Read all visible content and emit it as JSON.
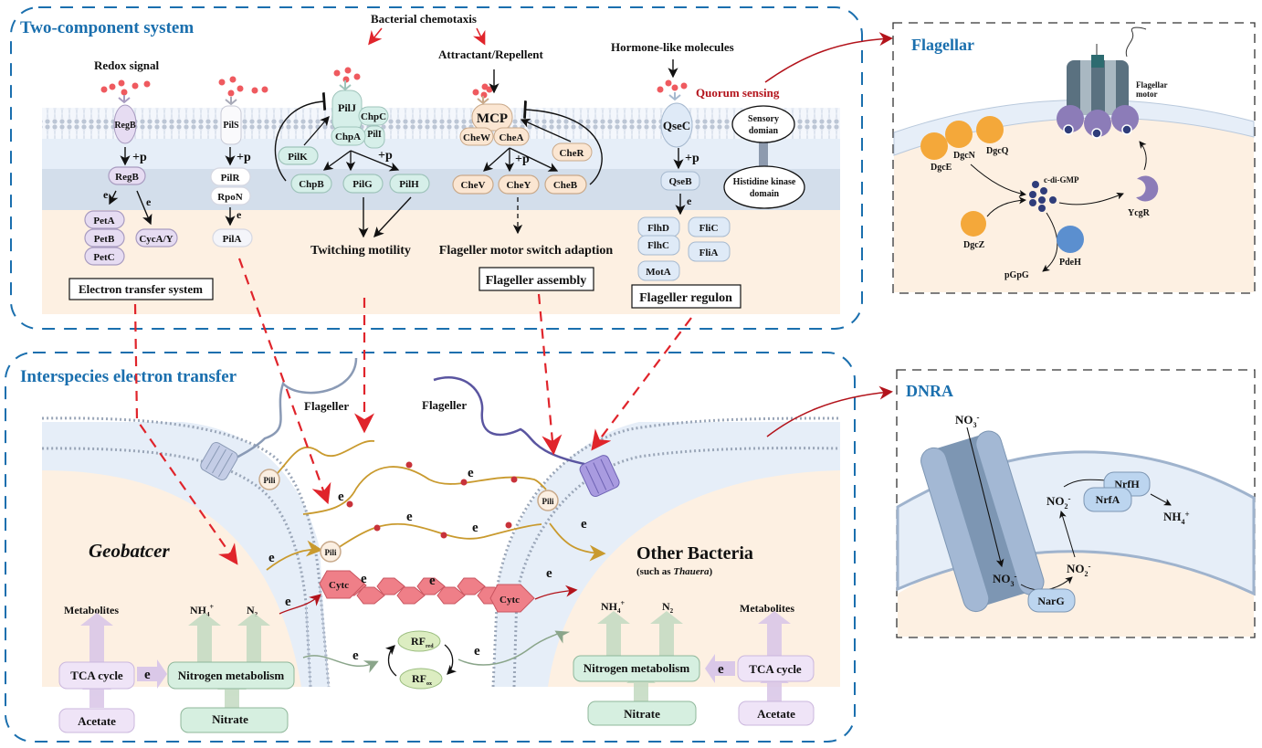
{
  "panels": {
    "two_component": {
      "title": "Two-component system",
      "bacterial_chemotaxis": "Bacterial chemotaxis",
      "attractant": "Attractant/Repellent",
      "hormone": "Hormone-like molecules",
      "quorum": "Quorum sensing",
      "redox": "Redox signal",
      "plus_p": "+p",
      "e": "e",
      "regb_membrane": "RegB",
      "regb": "RegB",
      "pet": [
        "PetA",
        "PetB",
        "PetC"
      ],
      "cyca": "CycA/Y",
      "electron_transfer_system": "Electron transfer system",
      "pils": "PilS",
      "pilr": "PilR",
      "rpon": "RpoN",
      "pila": "PilA",
      "pilj": "PilJ",
      "chpc": "ChpC",
      "chpa": "ChpA",
      "pili": "PilI",
      "pilk": "PilK",
      "chpb": "ChpB",
      "pilg": "PilG",
      "pilh": "PilH",
      "twitching": "Twitching motility",
      "mcp": "MCP",
      "chew": "CheW",
      "chea": "CheA",
      "cher": "CheR",
      "chev": "CheV",
      "chey": "CheY",
      "cheb": "CheB",
      "motor_switch": "Flageller motor switch adaption",
      "assembly": "Flageller assembly",
      "qsec": "QseC",
      "qseb": "QseB",
      "flhd": "FlhD",
      "flhc": "FlhC",
      "fli_c": "FliC",
      "fli_a": "FliA",
      "mota": "MotA",
      "regulon": "Flageller regulon",
      "sensory": [
        "Sensory",
        "domian"
      ],
      "histidine": [
        "Histidine kinase",
        "domain"
      ]
    },
    "flagellar": {
      "title": "Flagellar",
      "motor_label": [
        "Flagellar",
        "motor"
      ],
      "dgce": "DgcE",
      "dgcn": "DgcN",
      "dgcq": "DgcQ",
      "dgcz": "DgcZ",
      "cdigmp": "c-di-GMP",
      "ycgr": "YcgR",
      "pdeh": "PdeH",
      "pgpg": "pGpG"
    },
    "dnra": {
      "title": "DNRA",
      "no3_out": "NO",
      "no3_in": "NO",
      "no2_a": "NO",
      "no2_b": "NO",
      "narg": "NarG",
      "nrfh": "NrfH",
      "nrfa": "NrfA",
      "nh4": "NH"
    },
    "iet": {
      "title": "Interspecies electron transfer",
      "flageller_left": "Flageller",
      "flageller_right": "Flageller",
      "pili": "Pili",
      "e": "e",
      "cytc": "Cytc",
      "rf_red": "RF",
      "rf_red_sub": "red",
      "rf_ox": "RF",
      "rf_ox_sub": "ox",
      "geobacter": "Geobatcer",
      "other_bacteria": "Other Bacteria",
      "such_as": "(such as ",
      "thauera": "Thauera",
      "close_paren": ")",
      "metabolites": "Metabolites",
      "nh4": "NH",
      "n2": "N",
      "tca": "TCA cycle",
      "nitrogen_metabolism": "Nitrogen metabolism",
      "acetate": "Acetate",
      "nitrate": "Nitrate"
    }
  },
  "colors": {
    "title_blue": "#1a6fae",
    "dash_red": "#e0242b",
    "arrow_darkred": "#b3131b",
    "membrane_blue": "#e6eef8",
    "cytoplasm": "#fdf0e2",
    "purple_protein": "#e6dcf2",
    "teal_protein": "#d6efe9",
    "peach_protein": "#fbe6d2",
    "blue_protein": "#dfeaf7",
    "cytc": "#ef7f88",
    "pili_wire": "#c99a2e"
  }
}
